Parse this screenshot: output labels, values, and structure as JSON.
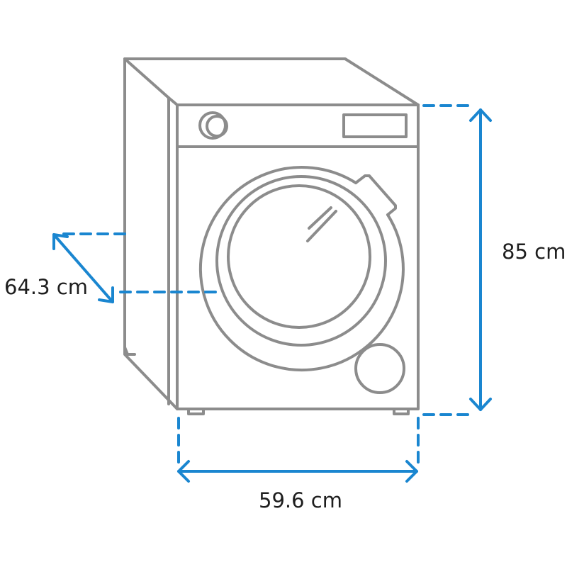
{
  "dimensions": {
    "height": "85 cm",
    "width": "59.6 cm",
    "depth": "64.3 cm"
  },
  "colors": {
    "outline": "#8c8c8c",
    "dimension": "#1a86d0"
  }
}
